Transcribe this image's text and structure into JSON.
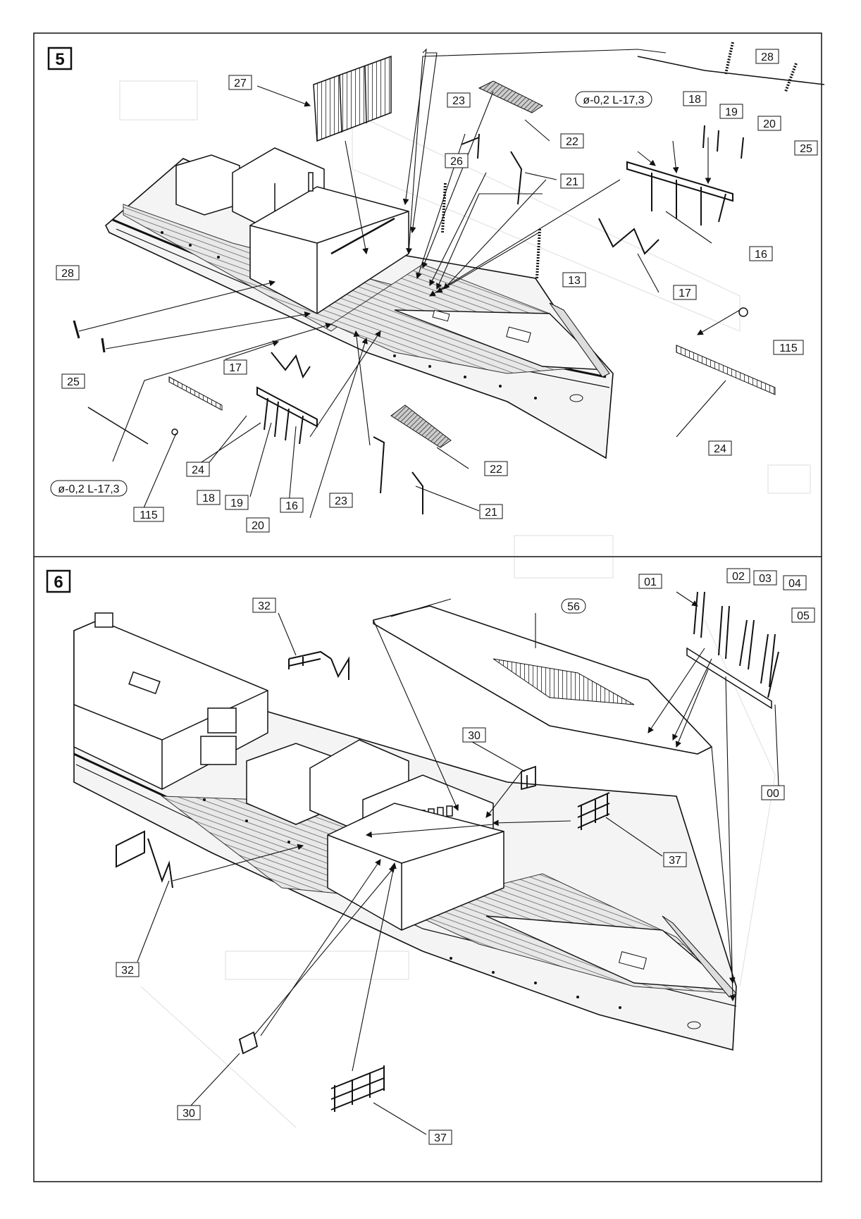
{
  "steps": [
    {
      "number": "5",
      "labels": {
        "p27": "27",
        "p28_top": "28",
        "p25_top": "25",
        "wire_top": "ø-0,2 L-17,3",
        "p23_top": "23",
        "p22_top": "22",
        "p26": "26",
        "p21_top": "21",
        "p18_top": "18",
        "p19_top": "19",
        "p20_top": "20",
        "p16_right": "16",
        "p13": "13",
        "p17_right": "17",
        "p115_right": "115",
        "p24_right": "24",
        "p28_left": "28",
        "p25_left": "25",
        "p17_mid": "17",
        "p24_left": "24",
        "p18_bot": "18",
        "p19_bot": "19",
        "p20_bot": "20",
        "p16_bot": "16",
        "p23_bot": "23",
        "p22_bot": "22",
        "p21_bot": "21",
        "wire_bot": "ø-0,2 L-17,3",
        "p115_left": "115"
      }
    },
    {
      "number": "6",
      "labels": {
        "p32_top": "32",
        "p56": "56",
        "p01": "01",
        "p02": "02",
        "p03": "03",
        "p04": "04",
        "p05": "05",
        "p00": "00",
        "p30_top": "30",
        "p37_right": "37",
        "p32_bot": "32",
        "p30_bot": "30",
        "p37_bot": "37"
      }
    }
  ]
}
